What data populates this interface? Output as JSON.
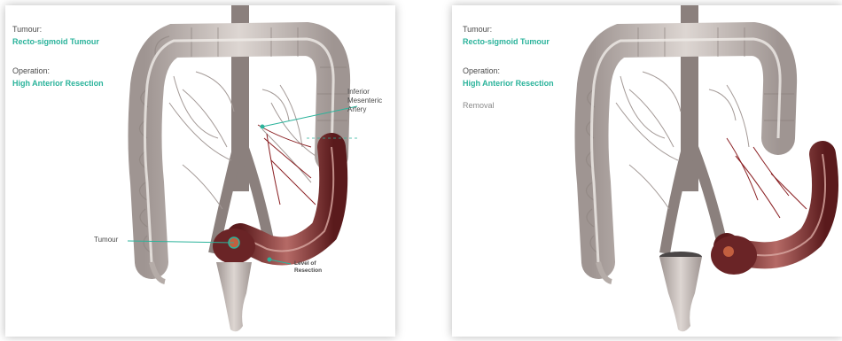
{
  "left_panel": {
    "tumour_label": "Tumour:",
    "tumour_value": "Recto-sigmoid Tumour",
    "operation_label": "Operation:",
    "operation_value": "High Anterior Resection",
    "annotations": {
      "artery_line1": "Inferior",
      "artery_line2": "Mesenteric",
      "artery_line3": "Artery",
      "tumour": "Tumour",
      "resection_line1": "Level of",
      "resection_line2": "Resection"
    }
  },
  "right_panel": {
    "tumour_label": "Tumour:",
    "tumour_value": "Recto-sigmoid Tumour",
    "operation_label": "Operation:",
    "operation_value": "High Anterior Resection",
    "stage": "Removal"
  },
  "colors": {
    "accent": "#2bb39b",
    "colon": "#c9c1bd",
    "resected": "#8a3a3a"
  }
}
